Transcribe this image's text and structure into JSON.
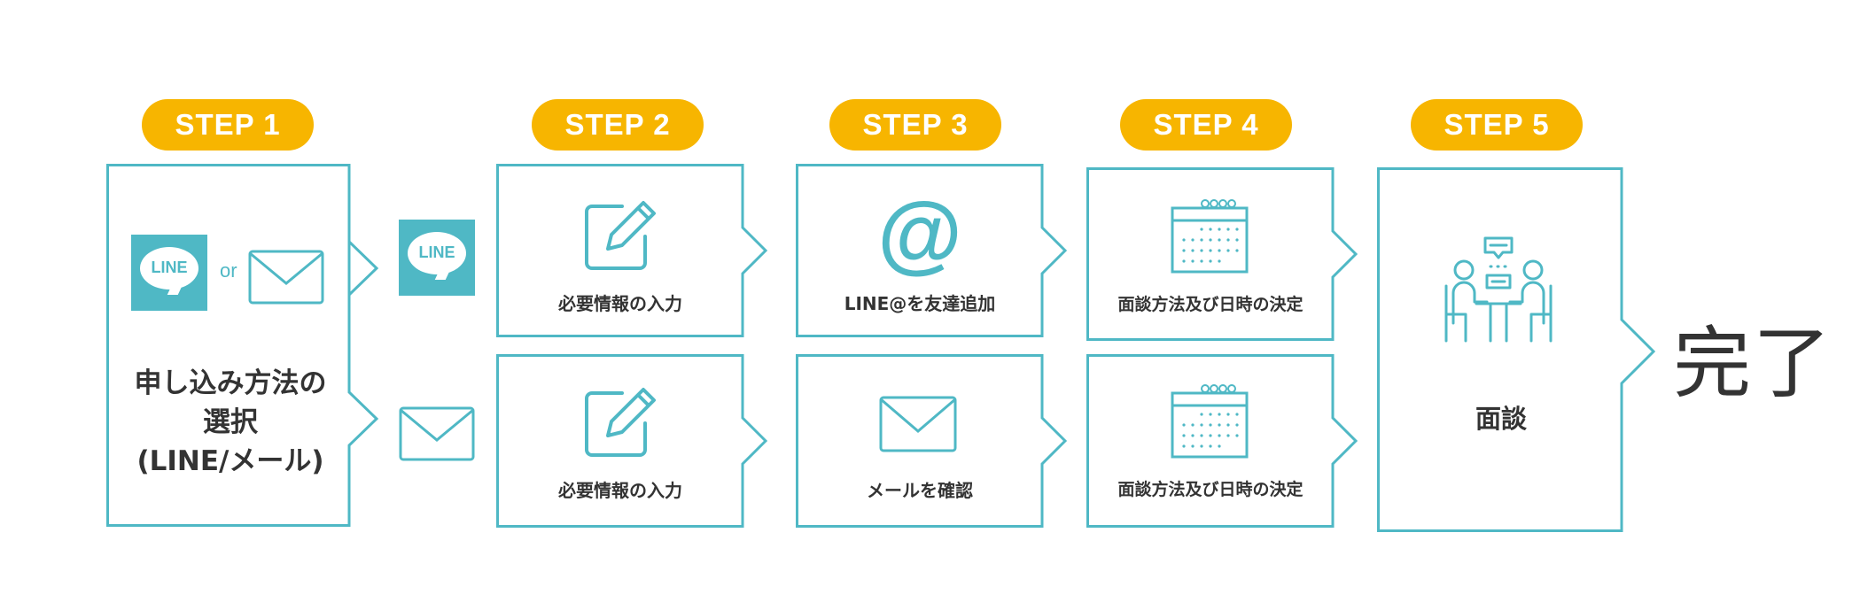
{
  "colors": {
    "accent": "#4fb8c5",
    "step_badge": "#f7b500",
    "text": "#333333"
  },
  "steps": [
    {
      "label": "STEP 1",
      "caption": "申し込み方法の\n選択\n(LINE/メール)",
      "icons": [
        "line-logo",
        "envelope-icon"
      ],
      "or_text": "or"
    },
    {
      "label": "STEP 2",
      "top_caption": "必要情報の入力",
      "bottom_caption": "必要情報の入力",
      "icons": [
        "edit-icon"
      ]
    },
    {
      "label": "STEP 3",
      "top_caption": "LINE@を友達追加",
      "bottom_caption": "メールを確認",
      "icons": [
        "at-icon",
        "envelope-icon"
      ]
    },
    {
      "label": "STEP 4",
      "top_caption": "面談方法及び日時の決定",
      "bottom_caption": "面談方法及び日時の決定",
      "icons": [
        "calendar-icon"
      ]
    },
    {
      "label": "STEP 5",
      "caption": "面談",
      "icons": [
        "meeting-icon"
      ]
    }
  ],
  "branch_icons": [
    "line-logo",
    "envelope-icon"
  ],
  "line_logo_text": "LINE",
  "final_text": "完了"
}
